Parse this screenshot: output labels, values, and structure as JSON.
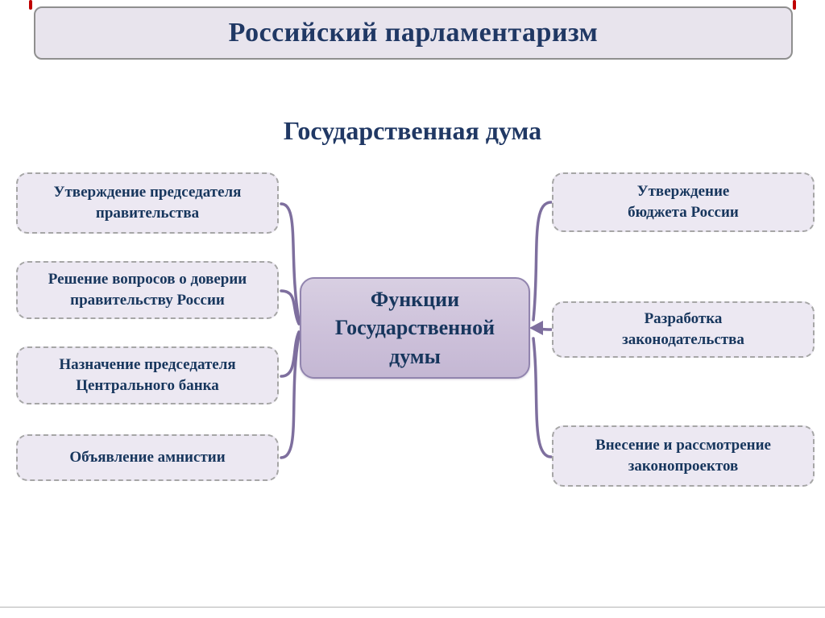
{
  "slide": {
    "title": "Российский парламентаризм",
    "subtitle": "Государственная дума",
    "center": "Функции\nГосударственной\nдумы",
    "left_items": [
      "Утверждение председателя\nправительства",
      "Решение вопросов о доверии\nправительству России",
      "Назначение председателя\nЦентрального банка",
      "Объявление амнистии"
    ],
    "right_items": [
      "Утверждение\nбюджета России",
      "Разработка\nзаконодательства",
      "Внесение и рассмотрение\nзаконопроектов"
    ],
    "colors": {
      "accent_red": "#c00000",
      "text_navy": "#17365d",
      "title_navy": "#203864",
      "box_fill": "#ece8f2",
      "box_border": "#a6a6a6",
      "center_fill": "#cdc1da",
      "center_border": "#9184ae",
      "connector": "#7e6f9e"
    }
  }
}
